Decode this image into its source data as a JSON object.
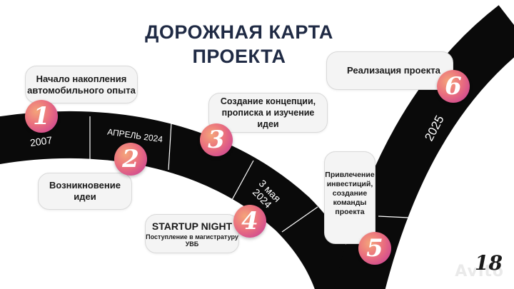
{
  "title": "ДОРОЖНАЯ КАРТА\nПРОЕКТА",
  "milestones": [
    {
      "number": "1",
      "text": "Начало накопления\nавтомобильного опыта",
      "road_label": "2007"
    },
    {
      "number": "2",
      "text": "Возникновение\nидеи",
      "road_label": "АПРЕЛЬ 2024"
    },
    {
      "number": "3",
      "text": "Создание концепции,\nпрописка и изучение\nидеи"
    },
    {
      "number": "4",
      "main": "STARTUP NIGHT",
      "sub": "Поступление в магистратуру\nУВБ",
      "road_label": "3 мая\n2024"
    },
    {
      "number": "5",
      "text": "Привлечение\nинвестиций,\nсоздание\nкоманды\nпроекта"
    },
    {
      "number": "6",
      "text": "Реализация проекта",
      "road_label": "2025"
    }
  ],
  "page_number": "18",
  "watermark": "Avito",
  "colors": {
    "road": "#0a0a0a",
    "accent_start": "#f4a57a",
    "accent_end": "#c2389a",
    "title": "#1f2a44"
  }
}
